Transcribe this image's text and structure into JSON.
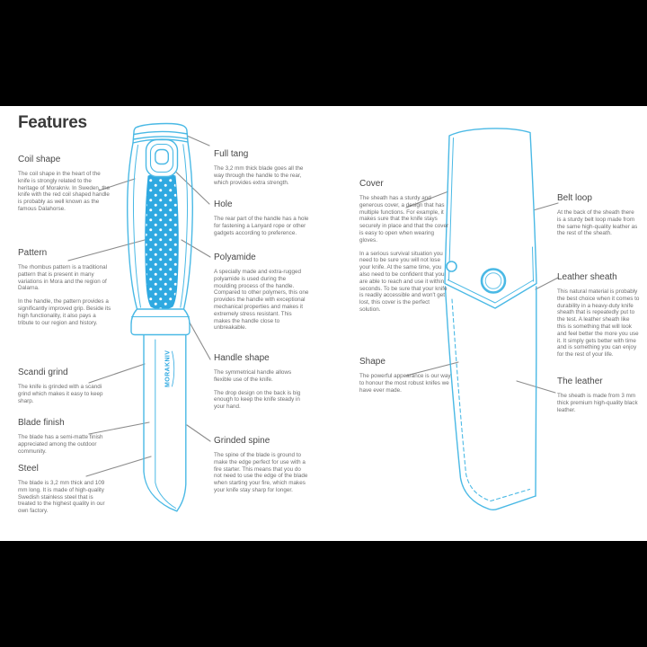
{
  "page": {
    "title": "Features"
  },
  "colors": {
    "background": "#000000",
    "page_bg": "#ffffff",
    "illustration_blue": "#4ab9e5",
    "pattern_blue": "#2fa9e1",
    "callout_gray": "#8c8c8c",
    "heading_text": "#3a3a3a",
    "body_text": "#6e6e6e"
  },
  "knife": {
    "blade_brand": "MORAKNIV",
    "labels_left": [
      {
        "title": "Coil shape",
        "paras": [
          "The coil shape in the heart of the knife is strongly related to the heritage of Morakniv. In Sweden, the knife with the red coil shaped handle is probably as well known as the famous Dalahorse."
        ]
      },
      {
        "title": "Pattern",
        "paras": [
          "The rhombus pattern is a traditional pattern that is present in many variations in Mora and the region of Dalarna.",
          "In the handle, the pattern provides a significantly improved grip. Beside its high functionality, it also pays a tribute to our region and history."
        ]
      },
      {
        "title": "Scandi grind",
        "paras": [
          "The knife is grinded with a scandi grind which makes it easy to keep sharp."
        ]
      },
      {
        "title": "Blade finish",
        "paras": [
          "The blade has a semi-matte finish appreciated among the outdoor community."
        ]
      },
      {
        "title": "Steel",
        "paras": [
          "The blade is 3,2 mm thick and 109 mm long. It is made of high-quality Swedish stainless steel that is treated to the highest quality in our own factory."
        ]
      }
    ],
    "labels_right": [
      {
        "title": "Full tang",
        "paras": [
          "The 3,2 mm thick blade goes all the way through the handle to the rear, which provides extra strength."
        ]
      },
      {
        "title": "Hole",
        "paras": [
          "The rear part of the handle has a hole for fastening a Lanyard rope or other gadgets according to preference."
        ]
      },
      {
        "title": "Polyamide",
        "paras": [
          "A specially made and extra-rugged polyamide is used during the moulding process of the handle. Compared to other polymers, this one provides the handle with exceptional mechanical properties and makes it extremely stress resistant. This makes the handle close to unbreakable."
        ]
      },
      {
        "title": "Handle shape",
        "paras": [
          "The symmetrical handle allows flexible use of the knife.",
          "The drop design on the back is big enough to keep the knife steady in your hand."
        ]
      },
      {
        "title": "Grinded spine",
        "paras": [
          "The spine of the blade is ground to make the edge perfect for use with a fire starter. This means that you do not need to use the edge of the blade when starting your fire, which makes your knife stay sharp for longer."
        ]
      }
    ]
  },
  "sheath": {
    "labels_left": [
      {
        "title": "Cover",
        "paras": [
          "The sheath has a sturdy and generous cover, a design that has multiple functions. For example, it makes sure that the knife stays securely in place and that the cover is easy to open when wearing gloves.",
          "In a serious survival situation you need to be sure you will not lose your knife. At the same time, you also need to be confident that you are able to reach and use it within seconds. To be sure that your knife is readily accessible and won't get lost, this cover is the perfect solution."
        ]
      },
      {
        "title": "Shape",
        "paras": [
          "The powerful appearance is our way to honour the most robust knifes we have ever made."
        ]
      }
    ],
    "labels_right": [
      {
        "title": "Belt loop",
        "paras": [
          "At the back of the sheath there is a sturdy belt loop made from the same high-quality leather as the rest of the sheath."
        ]
      },
      {
        "title": "Leather sheath",
        "paras": [
          "This natural material is probably the best choice when it comes to durability in a heavy-duty knife sheath that is repeatedly put to the test. A leather sheath like this is something that will look and feel better the more you use it. It simply gets better with time and is something you can enjoy for the rest of your life."
        ]
      },
      {
        "title": "The leather",
        "paras": [
          "The sheath is made from 3 mm thick premium high-quality black leather."
        ]
      }
    ]
  }
}
